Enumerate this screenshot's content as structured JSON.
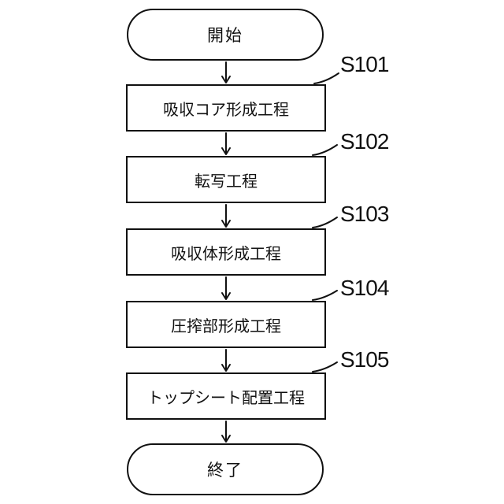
{
  "page": {
    "background_color": "#ffffff",
    "line_color": "#111111",
    "text_color": "#111111"
  },
  "flowchart": {
    "start": {
      "label": "開始"
    },
    "end": {
      "label": "終了"
    },
    "steps": [
      {
        "id": "S101",
        "label": "吸収コア形成工程"
      },
      {
        "id": "S102",
        "label": "転写工程"
      },
      {
        "id": "S103",
        "label": "吸収体形成工程"
      },
      {
        "id": "S104",
        "label": "圧搾部形成工程"
      },
      {
        "id": "S105",
        "label": "トップシート配置工程"
      }
    ]
  }
}
